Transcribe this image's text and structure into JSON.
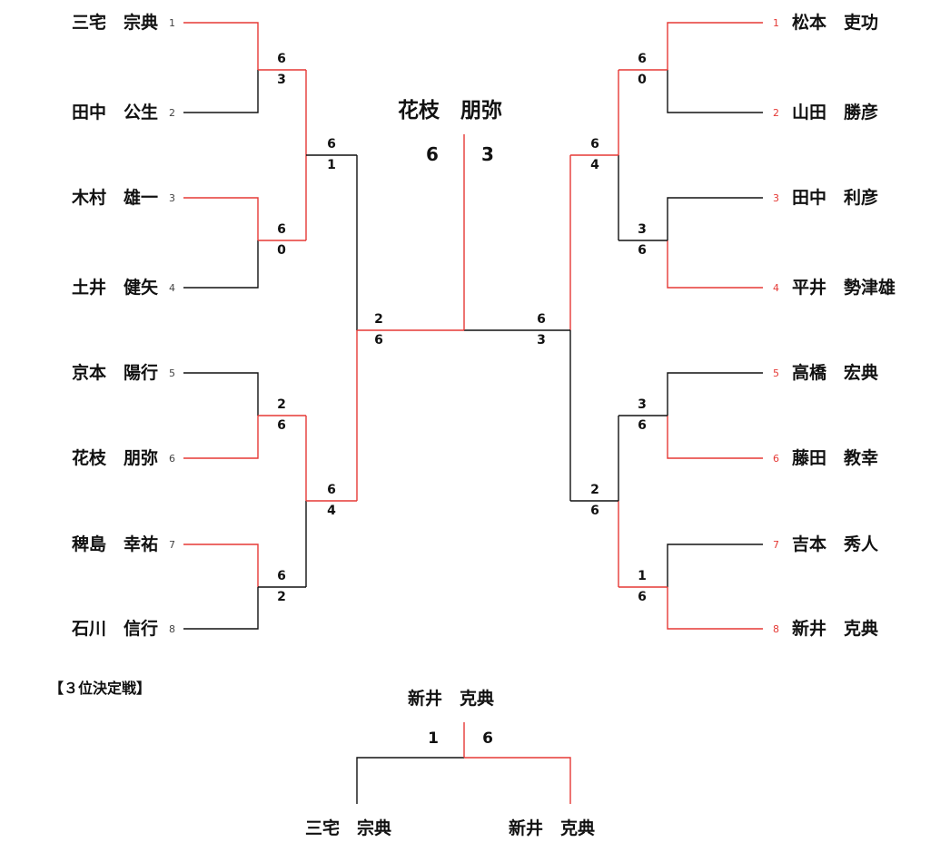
{
  "colors": {
    "winner_line": "#e53935",
    "loser_line": "#111111",
    "text": "#111111",
    "seed_red": "#e53935"
  },
  "left_players": [
    {
      "seed": "1",
      "name": "三宅　宗典"
    },
    {
      "seed": "2",
      "name": "田中　公生"
    },
    {
      "seed": "3",
      "name": "木村　雄一"
    },
    {
      "seed": "4",
      "name": "土井　健矢"
    },
    {
      "seed": "5",
      "name": "京本　陽行"
    },
    {
      "seed": "6",
      "name": "花枝　朋弥"
    },
    {
      "seed": "7",
      "name": "稗島　幸祐"
    },
    {
      "seed": "8",
      "name": "石川　信行"
    }
  ],
  "right_players": [
    {
      "seed": "1",
      "name": "松本　吏功"
    },
    {
      "seed": "2",
      "name": "山田　勝彦"
    },
    {
      "seed": "3",
      "name": "田中　利彦"
    },
    {
      "seed": "4",
      "name": "平井　勢津雄"
    },
    {
      "seed": "5",
      "name": "高橋　宏典"
    },
    {
      "seed": "6",
      "name": "藤田　教幸"
    },
    {
      "seed": "7",
      "name": "吉本　秀人"
    },
    {
      "seed": "8",
      "name": "新井　克典"
    }
  ],
  "left_round1_scores": [
    [
      "6",
      "3"
    ],
    [
      "6",
      "0"
    ],
    [
      "2",
      "6"
    ],
    [
      "6",
      "2"
    ]
  ],
  "left_round2_scores": [
    [
      "6",
      "1"
    ],
    [
      "6",
      "4"
    ]
  ],
  "left_semifinal_score": [
    "2",
    "6"
  ],
  "right_round1_scores": [
    [
      "6",
      "0"
    ],
    [
      "3",
      "6"
    ],
    [
      "3",
      "6"
    ],
    [
      "1",
      "6"
    ]
  ],
  "right_round2_scores": [
    [
      "6",
      "4"
    ],
    [
      "2",
      "6"
    ]
  ],
  "right_semifinal_score": [
    "6",
    "3"
  ],
  "final": {
    "champion": "花枝　朋弥",
    "score_left": "6",
    "score_right": "3"
  },
  "third_place": {
    "title": "【３位決定戦】",
    "winner": "新井　克典",
    "score_left": "1",
    "score_right": "6",
    "player_left": "三宅　宗典",
    "player_right": "新井　克典"
  }
}
